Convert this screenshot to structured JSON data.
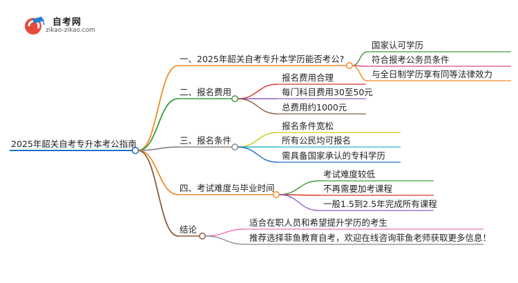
{
  "logo": {
    "title": "自考网",
    "url": "zikao-zikao.com"
  },
  "root": {
    "label": "2025年韶关自考专升本考公指南",
    "color": "#1f6fbf"
  },
  "branches": [
    {
      "label": "一、2025年韶关自考专升本学历能否考公?",
      "color": "#f08a24",
      "children": [
        {
          "label": "国家认可学历",
          "color": "#3a9a3a"
        },
        {
          "label": "符合报考公务员条件",
          "color": "#d6478a"
        },
        {
          "label": "与全日制学历享有同等法律效力",
          "color": "#f08a24"
        }
      ]
    },
    {
      "label": "二、报名费用",
      "color": "#3a9a3a",
      "children": [
        {
          "label": "报名费用合理",
          "color": "#d9362b"
        },
        {
          "label": "每门科目费用30至50元",
          "color": "#8e5fc4"
        },
        {
          "label": "总费用约1000元",
          "color": "#8b5a3c"
        }
      ]
    },
    {
      "label": "三、报名条件",
      "color": "#888888",
      "children": [
        {
          "label": "报名条件宽松",
          "color": "#c6c91a"
        },
        {
          "label": "所有公民均可报名",
          "color": "#2ab5c9"
        },
        {
          "label": "需具备国家承认的专科学历",
          "color": "#1f6fbf"
        }
      ]
    },
    {
      "label": "四、考试难度与毕业时间",
      "color": "#f08a24",
      "children": [
        {
          "label": "考试难度较低",
          "color": "#3a9a3a"
        },
        {
          "label": "不再需要加考课程",
          "color": "#d9362b"
        },
        {
          "label": "一般1.5到2.5年完成所有课程",
          "color": "#8e5fc4"
        }
      ]
    },
    {
      "label": "结论",
      "color": "#8b5a3c",
      "children": [
        {
          "label": "适合在职人员和希望提升学历的考生",
          "color": "#f06fb0"
        },
        {
          "label": "推荐选择菲鱼教育自考，欢迎在线咨询菲鱼老师获取更多信息！",
          "color": "#888888"
        }
      ]
    }
  ]
}
